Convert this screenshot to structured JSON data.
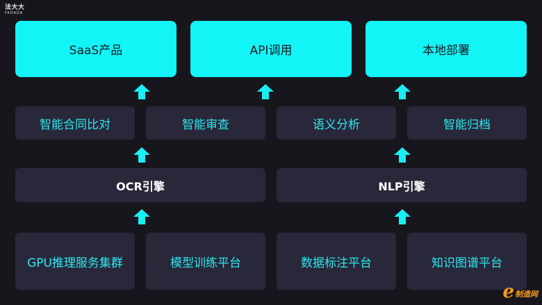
{
  "logo": {
    "cn": "法大大",
    "en": "FADADA"
  },
  "products": [
    "SaaS产品",
    "API调用",
    "本地部署"
  ],
  "applications": [
    "智能合同比对",
    "智能审查",
    "语义分析",
    "智能归档"
  ],
  "engines": [
    "OCR引擎",
    "NLP引擎"
  ],
  "platforms": [
    "GPU推理服务集群",
    "模型训练平台",
    "数据标注平台",
    "知识图谱平台"
  ],
  "watermark": {
    "letter": "e",
    "text": "制造网"
  },
  "colors": {
    "background": "#17161d",
    "accent": "#13f4f7",
    "panel": "#28283a"
  }
}
